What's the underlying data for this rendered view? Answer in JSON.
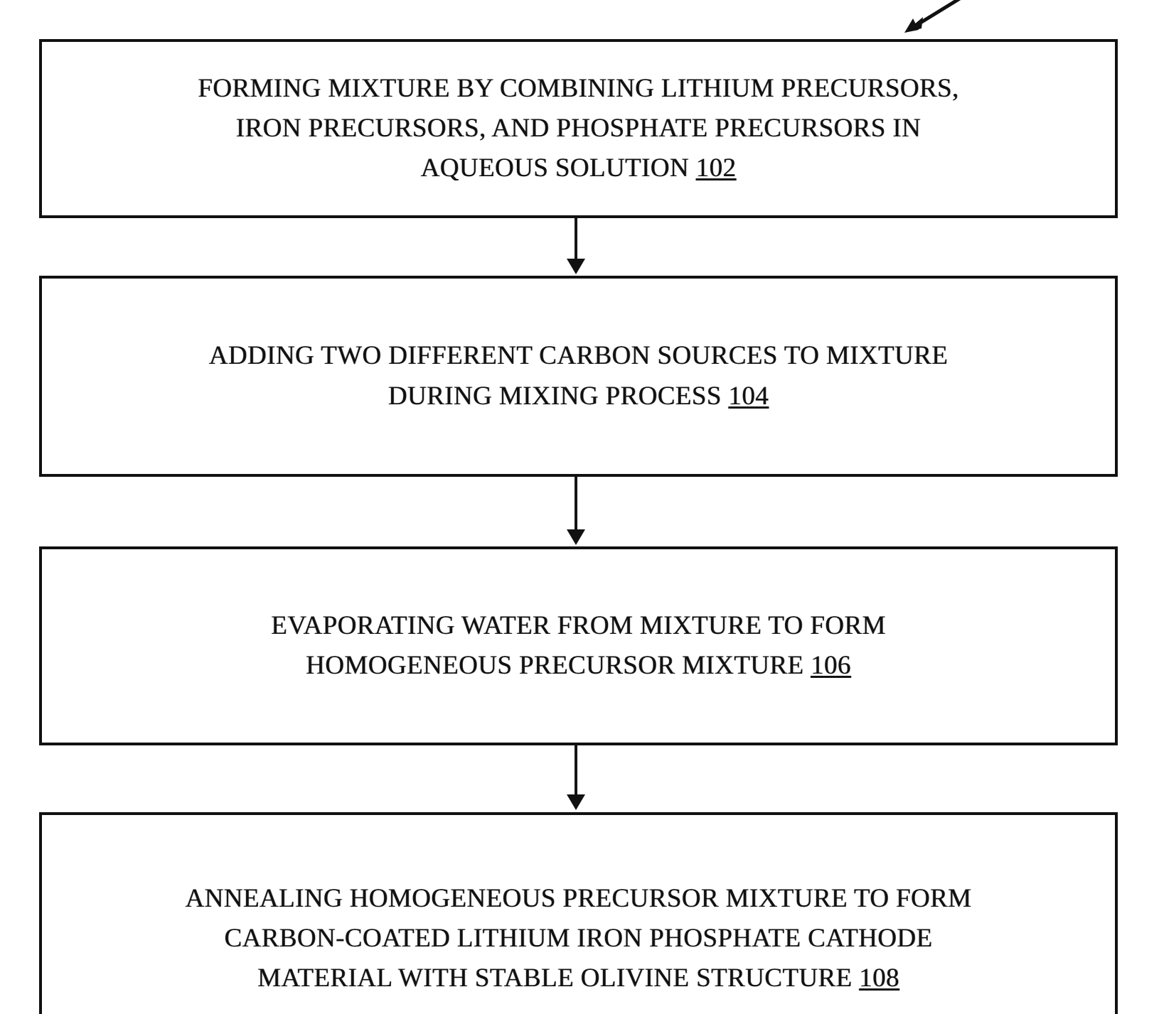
{
  "figure": {
    "type": "process-flowchart",
    "title": "",
    "orientation": "vertical-top-to-bottom",
    "background_color": "#ffffff",
    "line_color": "#111111",
    "text_color": "#111111",
    "steps": [
      {
        "id": "step-102",
        "ref_numeral": "102",
        "lines": [
          "FORMING MIXTURE BY COMBINING LITHIUM PRECURSORS,",
          "IRON PRECURSORS, AND PHOSPHATE PRECURSORS IN",
          "AQUEOUS SOLUTION"
        ]
      },
      {
        "id": "step-104",
        "ref_numeral": "104",
        "lines": [
          "ADDING TWO DIFFERENT CARBON SOURCES TO MIXTURE",
          "DURING MIXING PROCESS"
        ]
      },
      {
        "id": "step-106",
        "ref_numeral": "106",
        "lines": [
          "EVAPORATING WATER FROM MIXTURE TO FORM",
          "HOMOGENEOUS PRECURSOR MIXTURE"
        ]
      },
      {
        "id": "step-108",
        "ref_numeral": "108",
        "lines": [
          "ANNEALING HOMOGENEOUS PRECURSOR MIXTURE TO FORM",
          "CARBON-COATED LITHIUM IRON PHOSPHATE CATHODE",
          "MATERIAL WITH STABLE OLIVINE STRUCTURE"
        ]
      }
    ],
    "connectors": [
      {
        "id": "connector-102-104",
        "from": "step-102",
        "to": "step-104"
      },
      {
        "id": "connector-104-106",
        "from": "step-104",
        "to": "step-106"
      },
      {
        "id": "connector-106-108",
        "from": "step-106",
        "to": "step-108"
      }
    ],
    "leader": {
      "id": "figure-leader-arrow",
      "icon": "diagonal-arrow-down-left-icon",
      "points_to": "step-102",
      "label": ""
    }
  }
}
